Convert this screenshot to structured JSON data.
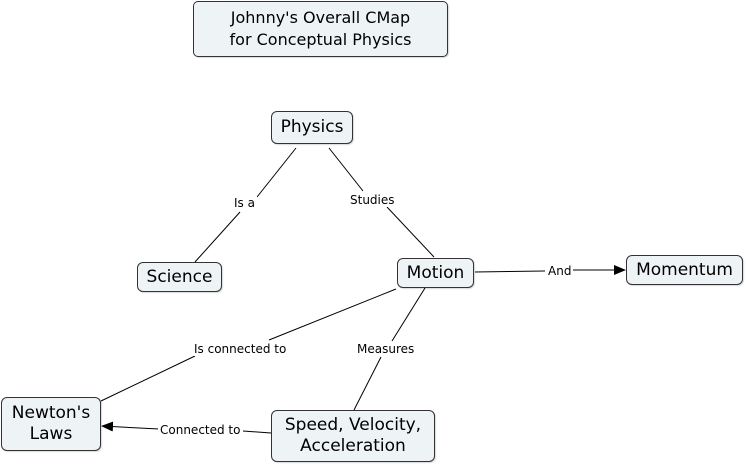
{
  "title": "Johnny's Overall CMap\nfor Conceptual Physics",
  "concepts": {
    "physics": "Physics",
    "science": "Science",
    "motion": "Motion",
    "momentum": "Momentum",
    "newtons_laws": "Newton's\nLaws",
    "speed_velocity_acceleration": "Speed, Velocity,\nAcceleration"
  },
  "linking_phrases": {
    "is_a": "Is a",
    "studies": "Studies",
    "and": "And",
    "is_connected_to": "Is connected to",
    "measures": "Measures",
    "connected_to": "Connected to"
  },
  "colors": {
    "node_fill": "#eef3f5",
    "node_border": "#333333",
    "line": "#000000"
  }
}
